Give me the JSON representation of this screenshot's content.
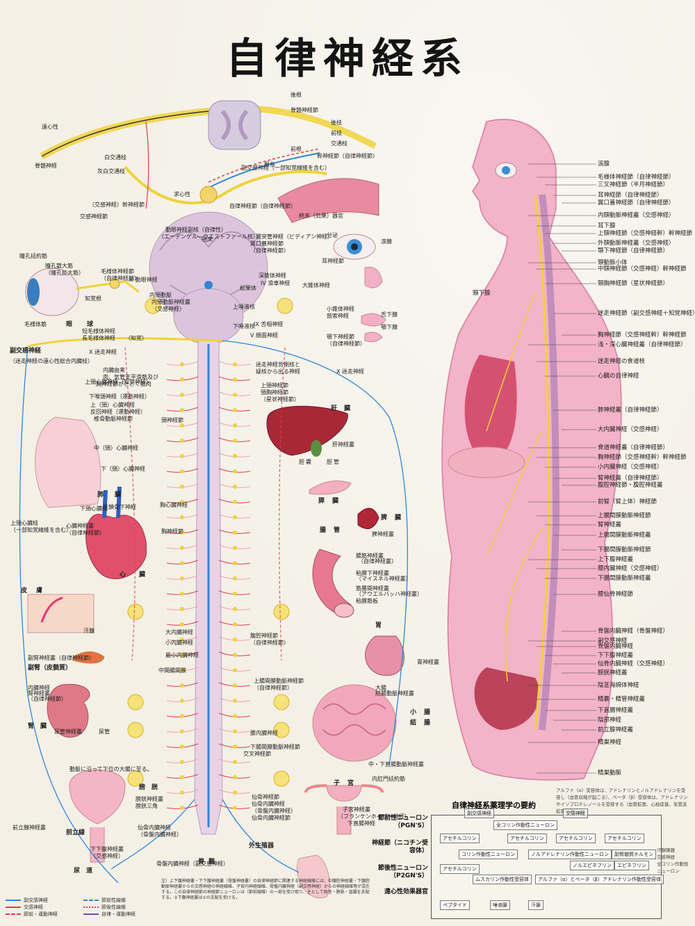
{
  "title": "自律神経系",
  "colors": {
    "sympathetic": "#f0d23a",
    "parasympathetic": "#2e86d8",
    "preganglionic": "#e33b4a",
    "body": "#f2b0c6",
    "brain": "#d8bcd8"
  },
  "top_labels": [
    "後根",
    "脊髄神経節",
    "後枝",
    "前枝",
    "交通枝",
    "前根",
    "根糸",
    "幹神経節（自律神経節）",
    "副交感神経（一部知覚線維を含む）",
    "自律神経節（自律神経節）",
    "終末（効果）器官",
    "求心性",
    "遠心性",
    "脊髄神経",
    "白交通枝",
    "灰白交通枝",
    "（交感神経）幹神経節",
    "交感神経節",
    "動眼神経副核（自律性）",
    "（エーデンゲル―ウエストファール核）"
  ],
  "brain_labels": [
    "視床",
    "松果体",
    "上唾液核",
    "下唾液核",
    "迷走神経背側核と",
    "疑核から出る神経",
    "翼突管神経（ビディアン神経）",
    "翼口蓋神経節",
    "（自律神経節）",
    "分泌",
    "涙腺",
    "耳神経節",
    "深錐体神経",
    "IV 滑車神経",
    "大錐体神経",
    "小錐体神経",
    "鼓索神経",
    "舌下腺",
    "顎下腺",
    "顎下神経節",
    "（自律神経節）",
    "IX 舌咽神経",
    "V 顔面神経"
  ],
  "eye_labels": [
    "瞳孔括約筋",
    "瞳孔散大筋",
    "（瞳孔拡大筋）",
    "毛様体神経節",
    "（自律神経節）",
    "III 動眼神経",
    "内頸動脈",
    "内頸動脈神経叢",
    "（交感神経）",
    "知覚根",
    "毛様体筋",
    "眼",
    "球",
    "短毛様体神経",
    "長毛様体神経",
    "（知覚）"
  ],
  "left_labels": [
    "副交感神経",
    "（迷走神経の遠心性総合内臓枝）",
    "X 迷走神経",
    "内臓由来",
    "肉、気管支平滑筋及び",
    "胸神経節がとどく筋肉",
    "上頸心臓神経（知覚神経）",
    "下喉頭神経（運動神経）",
    "上（頸）心臓神経",
    "反回神経（運動神経）",
    "椎骨動脈神経節",
    "中（頸）心臓神経",
    "下（頸）心臓神経",
    "上頸心臓枝",
    "（一部知覚線維を含む）",
    "肺",
    "臓",
    "左鎖骨下神経",
    "下頸心臓枝",
    "心臓神経叢",
    "（自律神経節）",
    "胸心臓神経",
    "心",
    "臓",
    "皮",
    "膚",
    "汗腺",
    "副腎神経叢（自律神経節）",
    "副腎（皮髄質）",
    "内臓神経",
    "腎神経叢",
    "（自律神経節）",
    "腎",
    "臓",
    "尿管神経叢",
    "尿管",
    "動脈に沿って下位の大腸に至る。",
    "膀",
    "胱",
    "膀胱神経叢",
    "膀胱三角",
    "前立腺神経叢",
    "前立線",
    "仙骨内臓神経",
    "（骨盤内臓神経）",
    "下下腹神経叢",
    "（交感神経）",
    "尿",
    "道"
  ],
  "center_labels": [
    "頸神経節",
    "胸神経節",
    "大内臓神経",
    "小内臓神経",
    "最小内臓神経",
    "中間腸間膜",
    "上腸間膜動脈神経節",
    "（自律神経節）",
    "腰内臓神経",
    "下腸間膜動脈神経節",
    "仙骨神経節",
    "仙骨内臓神経",
    "（骨盤内臓神経）",
    "仙骨内臓神経節",
    "脊",
    "髄",
    "外生殖器",
    "骨盤内臓神経（副交感神経）",
    "交叉神経節",
    "X 迷走神経"
  ],
  "right_center_labels": [
    "上頸神経節",
    "頸胸神経節",
    "（星状神経節）",
    "肝",
    "臓",
    "肝神経叢",
    "胆",
    "嚢",
    "胆",
    "管",
    "膵",
    "臓",
    "脾",
    "臓",
    "脾神経叢",
    "腸",
    "管",
    "腸筋神経叢",
    "（自律神経叢）",
    "粘膜下神経叢",
    "（マイスネル神経叢）",
    "筋層間神経叢",
    "（アウエルバッハ神経叢）",
    "粘膜筋板",
    "胃",
    "胃神経叢",
    "腹腔神経節",
    "（自律神経節）",
    "大腸",
    "結腸動脈神経叢",
    "小",
    "腸",
    "結",
    "腸",
    "中・下直腸動脈神経叢",
    "内肛門括約筋",
    "子",
    "宮",
    "子宮神経叢",
    "（フランケンホイザー神経）",
    "下直腸神経"
  ],
  "body_labels": [
    "涙腺",
    "毛様体神経節（自律神経節）",
    "三叉神経節（半月神経節）",
    "耳神経節（自律神経節）",
    "翼口蓋神経節（自律神経節）",
    "内頸動脈神経叢（交感神経）",
    "耳下腺",
    "上頸神経節（交感神経幹）幹神経節",
    "外頸動脈神経叢（交感神経）",
    "顎下神経節（自律神経節）",
    "頸動脈小体",
    "中頸神経節（交感神経）幹神経節",
    "頸胸神経節（星状神経節）",
    "迷走神経節（副交感神経＋知覚神経）",
    "胸神経節（交感神経幹）幹神経節",
    "浅・深心臓神経叢（自律神経節）",
    "迷走神経の食道枝",
    "心臓の自律神経",
    "肺神経叢（自律神経節）",
    "大内臓神経（交感神経）",
    "食道神経叢（自律神経節）",
    "胸神経節（交感神経幹）幹神経節",
    "小内臓神経（交感神経）",
    "腎神経叢（自律神経節）",
    "腹腔神経節・腹腔神経叢",
    "前腎（腎上体）神経節",
    "上腸間膜動脈神経節",
    "腎神経叢",
    "上腸間膜動脈神経叢",
    "下腸間膜動脈神経節",
    "上下腹神経叢",
    "腰内臓神経（交感神経）",
    "下腸間膜動脈神経叢",
    "腰仙骨神経節",
    "骨盤内臓神経（骨盤神経）",
    "副交感神経",
    "骨盤内臓神経",
    "下下腹神経叢",
    "仙骨内臓神経（交感神経）",
    "膀胱神経叢",
    "陰茎海綿体神経",
    "精嚢・精管神経叢",
    "下直腸神経叢",
    "陰部神経",
    "前立腺神経叢",
    "精巣神経",
    "精巣動脈",
    "頸下腺"
  ],
  "body_note": "アルファ（α）受容体は、アドレナリンとノルアドレナリンを受容し（血管収縮が起こる）、ベータ（β）受容体は、アドレナリンやイソプロテレノールを受容する（血管拡張、心拍促進、気管支拡張が起こる）。",
  "summary": {
    "title": "自律神経系薬理学の要約",
    "row_labels": [
      "節前性ニューロン（PGN'S）",
      "神経節（ニコチン受容体）",
      "節後性ニューロン（P2GN'S）",
      "遠心性効果器官"
    ],
    "cells": [
      "副交感神経",
      "交感神経",
      "全コリン作動性ニューロン",
      "アセチルコリン",
      "アセチルコリン",
      "アセチルコリン",
      "アセチルコリン",
      "コリン作動性ニューロン",
      "ノルアドレナリン作動性ニューロン",
      "副腎髄質ホルモン",
      "アセチルコリン",
      "ムスカリン作動性受容体",
      "アルファ（α）とベータ（β）アドレナリン作動性受容体",
      "エピネフリン",
      "ノルエピネフリン",
      "ペプタイド",
      "唾液腺",
      "汗腺"
    ],
    "notes_right": [
      "汗腺腺器",
      "交感神経",
      "全コリン作動性",
      "ニューロン"
    ]
  },
  "legend": [
    "副交感神経",
    "交感神経",
    "節前・運動神経",
    "節前性線維",
    "節後性線維",
    "自律・運動神経"
  ],
  "notes": "注）上下腹神経叢・下下腹神経叢（骨盤神経叢）の自律神経節に関連する神経線維には、中腹腔神経叢・下腹腔動脈神経叢からの交感神経の神経線維、子宮内神経線維、骨盤内臓神経（副交感神経）からの神経線維等が混在する。この自律神経節の神経節ニューロンは（節前線維）の一部を受け取り、主として陰茎・膀胱・直腸を支配する。②下腹神経叢は①の支配を受ける。"
}
